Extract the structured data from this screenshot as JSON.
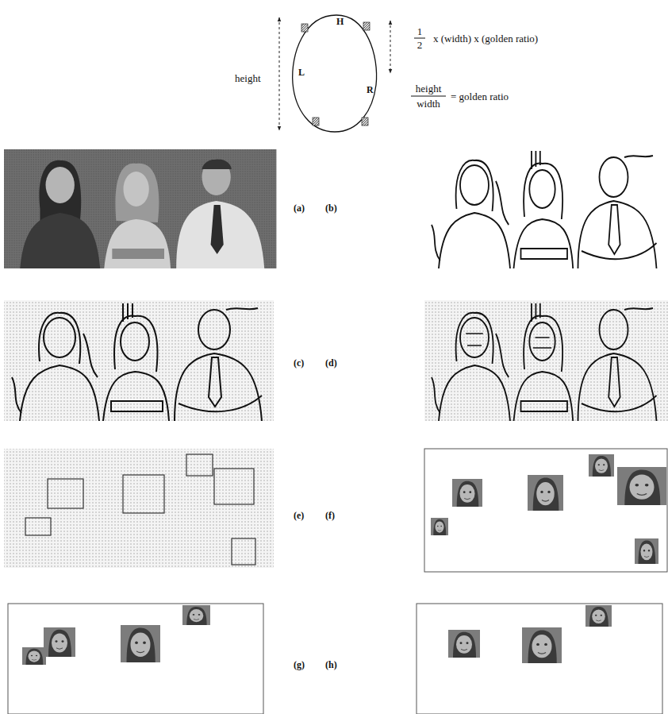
{
  "diagram": {
    "nodes": [
      {
        "text": [
          "H",
          "L",
          "R"
        ]
      }
    ],
    "labels": [
      "height",
      "1",
      "2",
      "x (width) x (golden ratio)",
      "height",
      "width",
      "= golden ratio",
      "(a)",
      "(b)",
      "(c)",
      "(d)",
      "(e)",
      "(f)",
      "(g)",
      "(h)"
    ]
  }
}
